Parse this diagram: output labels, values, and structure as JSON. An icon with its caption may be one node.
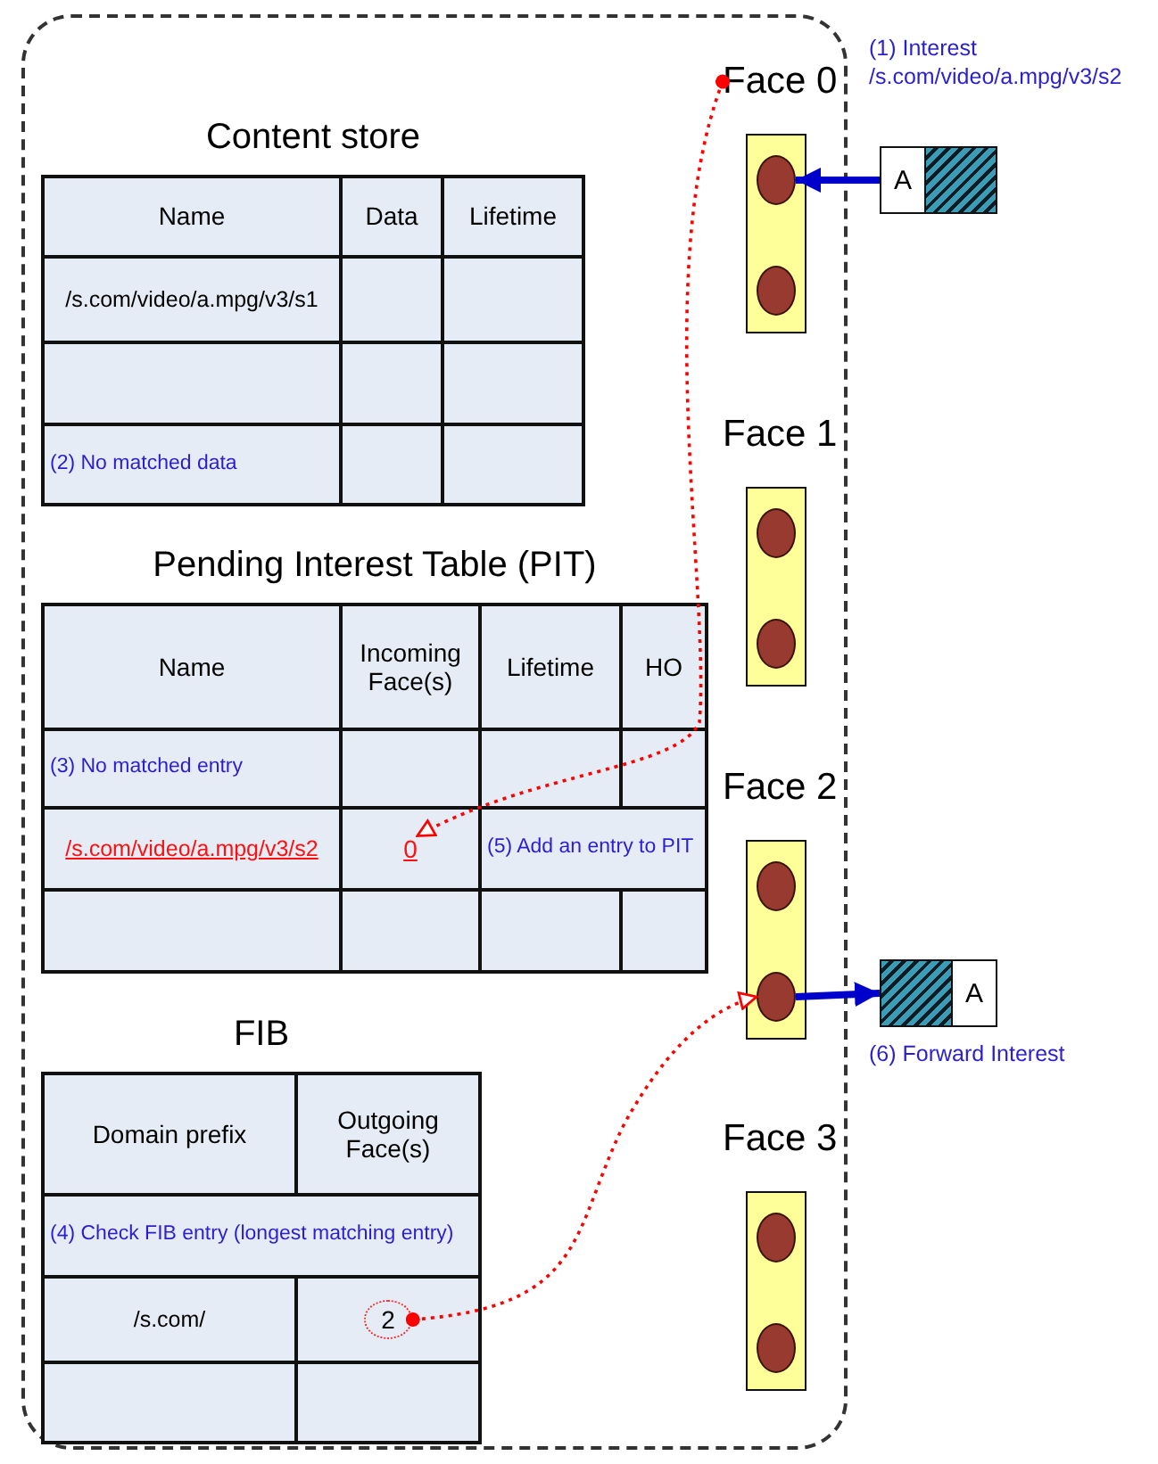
{
  "diagram": {
    "nodes": [
      {
        "text": [],
        "shape": "box"
      },
      {
        "text": [
          "Content store"
        ],
        "in": 0
      },
      {
        "text": [
          "Pending Interest Table (PIT)"
        ],
        "in": 0
      },
      {
        "text": [
          "0"
        ],
        "in": 2
      },
      {
        "text": [
          "FIB"
        ],
        "in": 0
      },
      {
        "text": [
          "2"
        ],
        "in": 4
      },
      {
        "text": [
          "Face 0"
        ],
        "in": 0
      },
      {
        "text": [],
        "shape": "circle",
        "in": 6
      },
      {
        "text": [],
        "shape": "circle",
        "in": 6
      },
      {
        "text": [
          "Face 1"
        ],
        "in": 0
      },
      {
        "text": [],
        "shape": "circle",
        "in": 9
      },
      {
        "text": [],
        "shape": "circle",
        "in": 9
      },
      {
        "text": [
          "Face 2"
        ],
        "in": 0
      },
      {
        "text": [],
        "shape": "circle",
        "in": 12
      },
      {
        "text": [],
        "shape": "circle",
        "in": 12
      },
      {
        "text": [
          "Face 3"
        ],
        "in": 0
      },
      {
        "text": [],
        "shape": "circle",
        "in": 15
      },
      {
        "text": [],
        "shape": "circle",
        "in": 15
      },
      {
        "text": [
          "A"
        ],
        "beside": [
          "(1) Interest /s.com/video/a.mpg/v3/s2"
        ]
      },
      {
        "text": [
          "A"
        ],
        "beside": [
          "(6) Forward Interest"
        ]
      }
    ],
    "edges": [
      {
        "from": 18,
        "to": 7,
        "arrow": "to",
        "style": "thick",
        "color": "#0000cc"
      },
      {
        "from": 6,
        "to": 3,
        "arrow": "to",
        "style": "dashed",
        "color": "#ff0000"
      },
      {
        "from": 5,
        "to": 14,
        "arrow": "to",
        "style": "dashed",
        "color": "#ff0000"
      },
      {
        "from": 14,
        "to": 19,
        "arrow": "to",
        "style": "thick",
        "color": "#0000cc"
      }
    ],
    "labels": [
      "Name",
      "Data",
      "Lifetime",
      "/s.com/video/a.mpg/v3/s1",
      "(2) No matched data",
      "Name",
      "Incoming Face(s)",
      "Lifetime",
      "HO",
      "(3) No matched entry",
      "/s.com/video/a.mpg/v3/s2",
      "(5) Add an entry to PIT",
      "Domain prefix",
      "Outgoing Face(s)",
      "(4) Check FIB entry (longest matching entry)",
      "/s.com/"
    ]
  }
}
